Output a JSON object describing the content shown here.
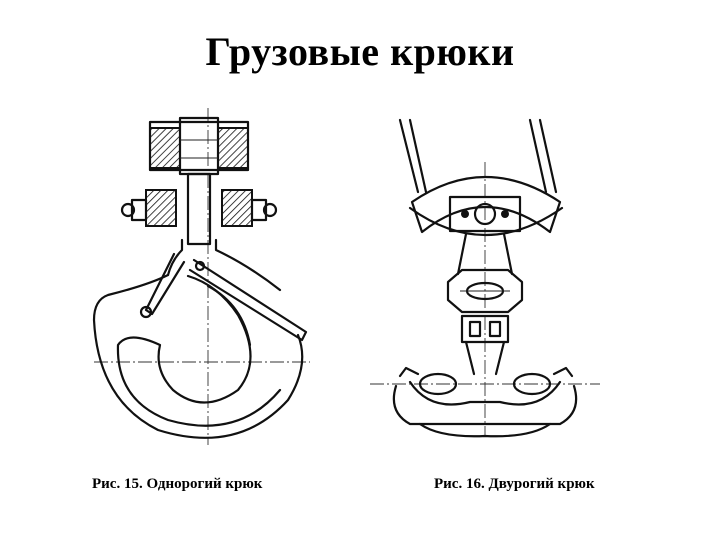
{
  "slide": {
    "title": "Грузовые крюки"
  },
  "figures": [
    {
      "caption": "Рис. 15. Однорогий крюк",
      "icon": "single-hook-drawing"
    },
    {
      "caption": "Рис. 16. Двурогий крюк",
      "icon": "double-hook-drawing"
    }
  ]
}
